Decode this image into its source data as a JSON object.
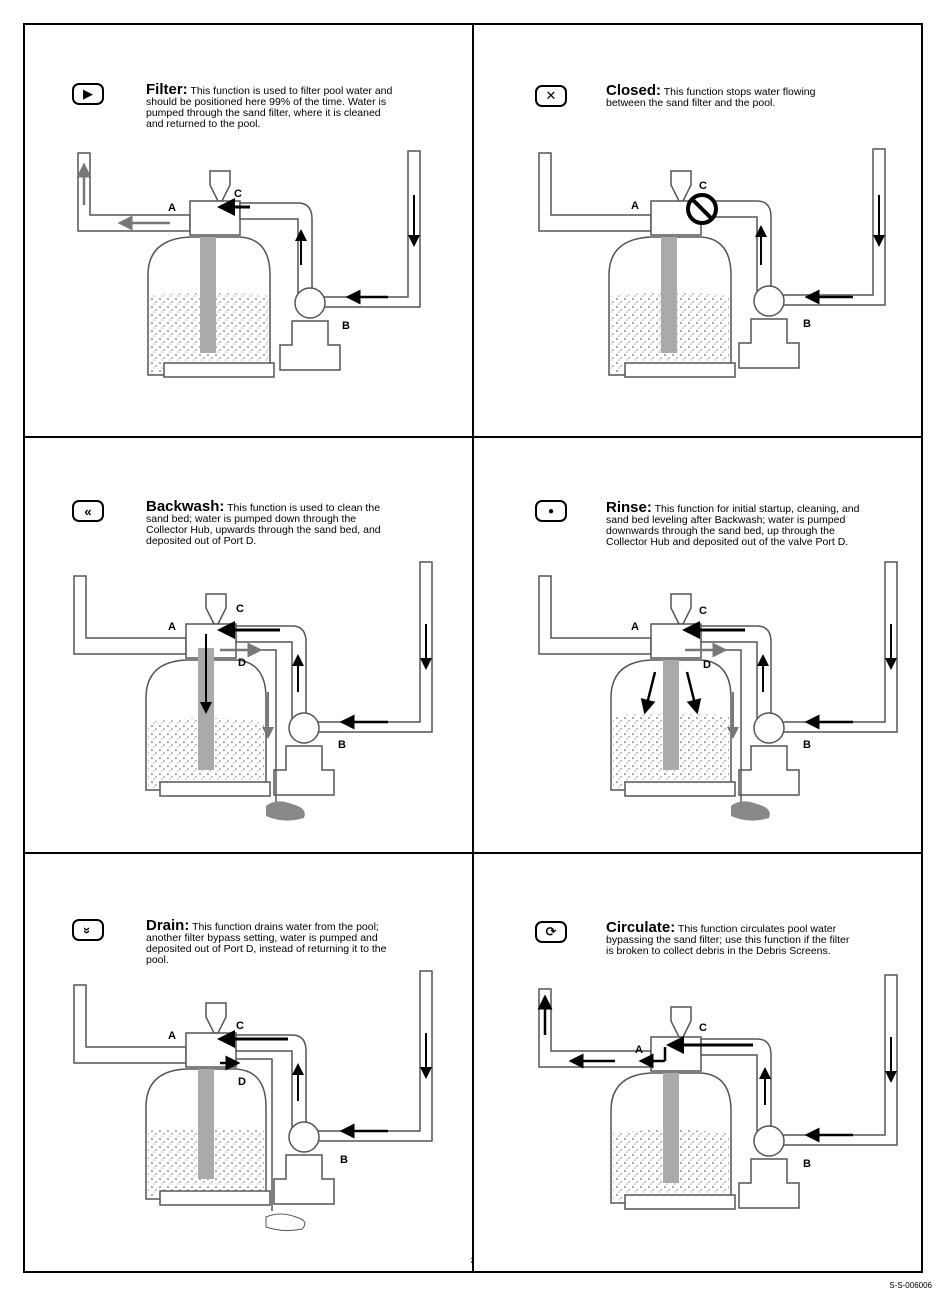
{
  "panels": [
    {
      "id": "filter",
      "title": "Filter:",
      "text": "This function is used to filter pool water and should be positioned here 99% of the time. Water is pumped through the sand filter, where it is cleaned and returned to the pool.",
      "icon": "play-icon"
    },
    {
      "id": "closed",
      "title": "Closed:",
      "text": "This function stops water flowing between the sand filter and the pool.",
      "icon": "close-icon"
    },
    {
      "id": "backwash",
      "title": "Backwash:",
      "text": "This function is used to clean the sand bed; water is pumped down through the Collector Hub, upwards through the sand bed, and deposited out of Port D.",
      "icon": "double-left-icon"
    },
    {
      "id": "rinse",
      "title": "Rinse:",
      "text": "This function for initial startup, cleaning, and sand bed leveling after Backwash; water is pumped downwards through the sand bed, up through the Collector Hub and deposited out of the valve Port D.",
      "icon": "drop-icon"
    },
    {
      "id": "drain",
      "title": "Drain:",
      "text": "This function drains water from the pool; another filter bypass setting, water is pumped and deposited out of Port D, instead of returning it to the pool.",
      "icon": "double-down-icon"
    },
    {
      "id": "circulate",
      "title": "Circulate:",
      "text": "This function circulates pool water bypassing the sand filter; use this function if the filter is broken to collect debris in the Debris Screens.",
      "icon": "circulate-icon"
    }
  ],
  "labels": {
    "a": "A",
    "b": "B",
    "c": "C",
    "d": "D"
  },
  "icon_glyphs": {
    "play": "▶",
    "close": "✕",
    "double_left": "«",
    "drop": "●",
    "double_down": "»",
    "circulate": "⟳"
  },
  "page_number": "7",
  "doc_code": "S-S-006006"
}
